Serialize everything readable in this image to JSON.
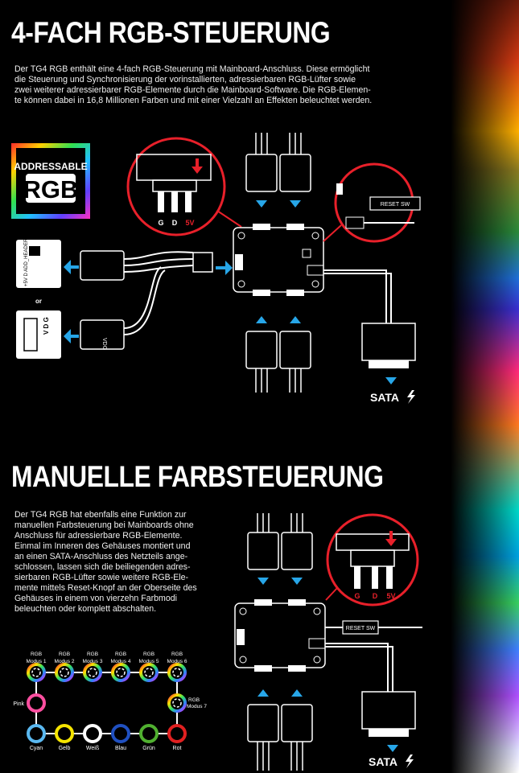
{
  "section1": {
    "title": "4-FACH RGB-STEUERUNG",
    "paragraph": [
      "Der TG4 RGB enthält eine 4-fach RGB-Steuerung mit Mainboard-Anschluss. Diese ermöglicht",
      "die Steuerung und Synchronisierung der vorinstallierten, adressierbaren RGB-Lüfter sowie",
      "zwei weiterer adressierbarer RGB-Elemente durch die Mainboard-Software. Die RGB-Elemen-",
      "te können dabei in 16,8 Millionen Farben und mit einer Vielzahl an Effekten beleuchtet werden."
    ],
    "badge_line1": "ADDRESSABLE",
    "badge_line2": "RGB",
    "header_label": "+5V D ADD_HEADER",
    "or_label": "or",
    "vdg_label": "V D G",
    "cable_label": "VDG",
    "pin_g": "G",
    "pin_d": "D",
    "pin_5v": "5V",
    "reset_label": "RESET SW",
    "sata_label": "SATA"
  },
  "section2": {
    "title": "MANUELLE FARBSTEUERUNG",
    "paragraph": [
      "Der TG4 RGB hat ebenfalls eine Funktion zur",
      "manuellen Farbsteuerung bei Mainboards ohne",
      "Anschluss für adressierbare RGB-Elemente.",
      "Einmal im Inneren des Gehäuses montiert und",
      "an einen SATA-Anschluss des Netzteils ange-",
      "schlossen, lassen sich die beiliegenden adres-",
      "sierbaren RGB-Lüfter sowie weitere RGB-Ele-",
      "mente mittels Reset-Knopf an der Oberseite des",
      "Gehäuses in einem von vierzehn Farbmodi",
      "beleuchten oder komplett abschalten."
    ],
    "modes": [
      {
        "label1": "RGB",
        "label2": "Modus 1"
      },
      {
        "label1": "RGB",
        "label2": "Modus 2"
      },
      {
        "label1": "RGB",
        "label2": "Modus 3"
      },
      {
        "label1": "RGB",
        "label2": "Modus 4"
      },
      {
        "label1": "RGB",
        "label2": "Modus 5"
      },
      {
        "label1": "RGB",
        "label2": "Modus 6"
      },
      {
        "label1": "RGB",
        "label2": "Modus 7"
      }
    ],
    "colors": [
      {
        "name": "Pink",
        "hex": "#ff4fa0"
      },
      {
        "name": "Cyan",
        "hex": "#5ab8f0"
      },
      {
        "name": "Gelb",
        "hex": "#f5e400"
      },
      {
        "name": "Weiß",
        "hex": "#ffffff"
      },
      {
        "name": "Blau",
        "hex": "#2050c0"
      },
      {
        "name": "Grün",
        "hex": "#50b030"
      },
      {
        "name": "Rot",
        "hex": "#e02020"
      }
    ],
    "pin_g": "G",
    "pin_d": "D",
    "pin_5v": "5V",
    "reset_label": "RESET SW",
    "sata_label": "SATA"
  },
  "accent_blue": "#27a6e8",
  "accent_red": "#e8202a"
}
